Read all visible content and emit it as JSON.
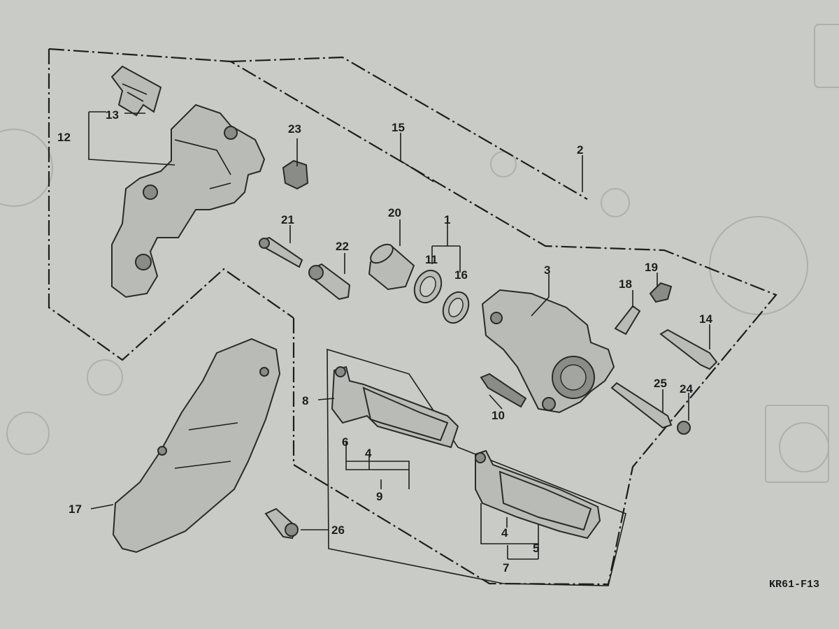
{
  "figure_code": "KR61-F13",
  "callouts": {
    "p1": "1",
    "p2": "2",
    "p3": "3",
    "p4a": "4",
    "p4b": "4",
    "p5": "5",
    "p6": "6",
    "p7": "7",
    "p8": "8",
    "p9": "9",
    "p10": "10",
    "p11": "11",
    "p12": "12",
    "p13": "13",
    "p14": "14",
    "p15": "15",
    "p16": "16",
    "p17": "17",
    "p18": "18",
    "p19": "19",
    "p20": "20",
    "p21": "21",
    "p22": "22",
    "p23": "23",
    "p24": "24",
    "p25": "25",
    "p26": "26"
  }
}
